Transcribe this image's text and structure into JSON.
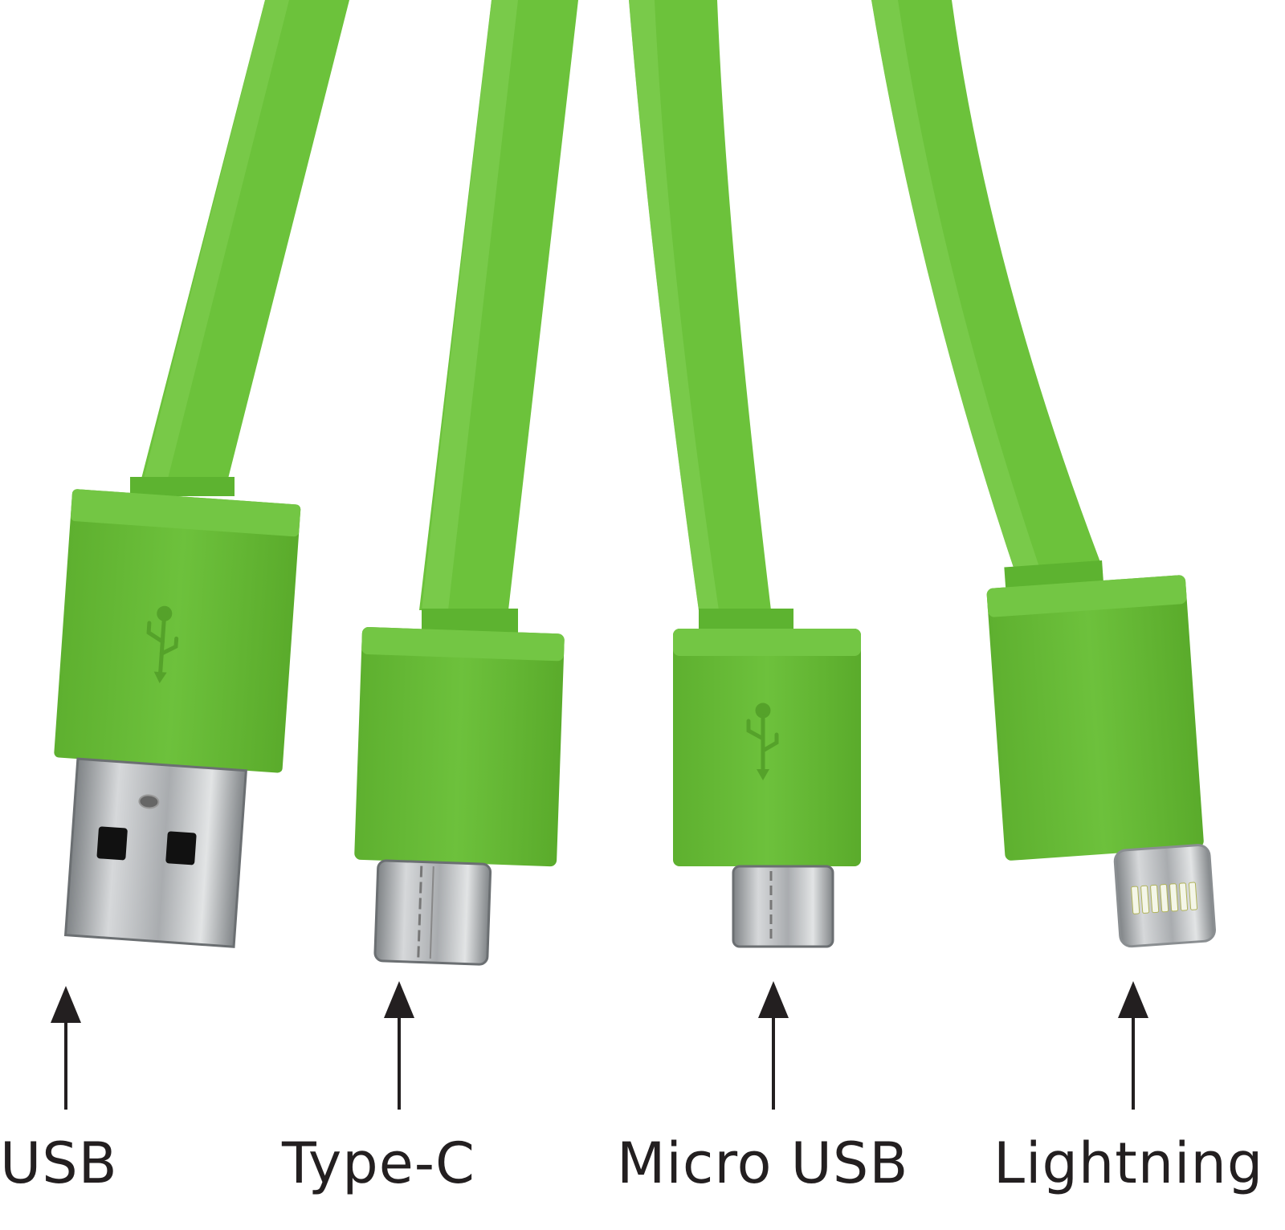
{
  "connectors": [
    {
      "id": "usb",
      "label": "USB",
      "plug_icon": "usb-trident-icon"
    },
    {
      "id": "type-c",
      "label": "Type-C",
      "plug_icon": "type-c-plug-icon"
    },
    {
      "id": "micro-usb",
      "label": "Micro USB",
      "plug_icon": "usb-trident-icon"
    },
    {
      "id": "lightning",
      "label": "Lightning",
      "plug_icon": "lightning-plug-icon"
    }
  ],
  "colors": {
    "cable": "#6cc23b",
    "cable_highlight": "#82cf55",
    "housing": "#6bbf3a",
    "housing_shade": "#5aab2b",
    "metal": "#b9bcbf",
    "arrow": "#231f20",
    "text": "#231f20"
  }
}
